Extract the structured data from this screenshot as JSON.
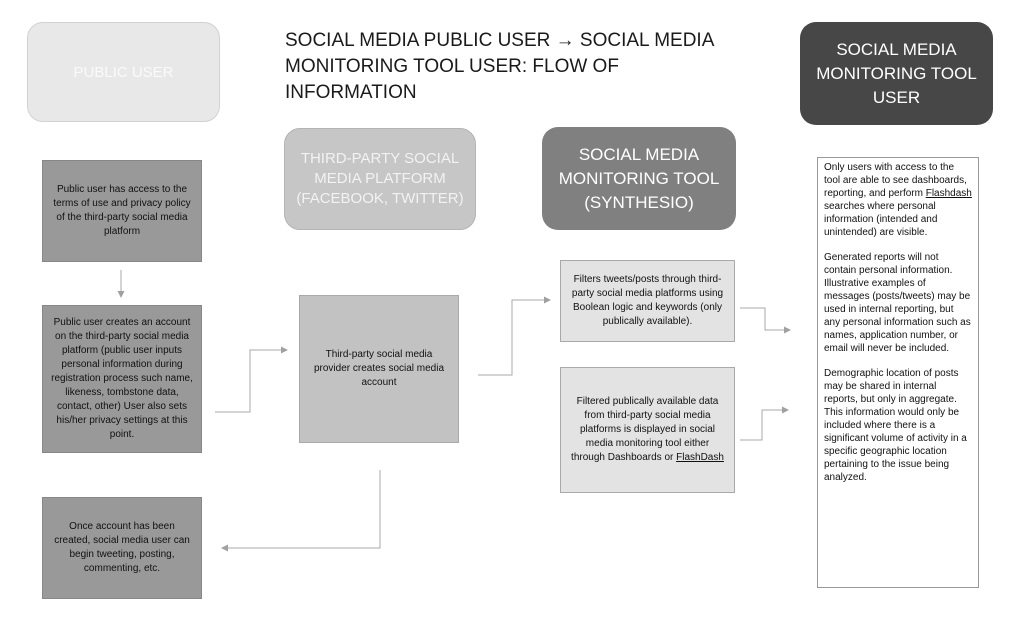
{
  "title_line1": "SOCIAL MEDIA PUBLIC USER → SOCIAL MEDIA",
  "title_line2": "MONITORING TOOL USER: FLOW OF INFORMATION",
  "headers": {
    "public_user": "PUBLIC USER",
    "third_party": "THIRD-PARTY SOCIAL MEDIA PLATFORM (FACEBOOK, TWITTER)",
    "monitoring_tool": "SOCIAL MEDIA MONITORING TOOL (SYNTHESIO)",
    "tool_user": "SOCIAL MEDIA MONITORING TOOL USER"
  },
  "boxes": {
    "access_terms": "Public user has access to the terms of use and privacy policy of the third-party social media platform",
    "create_account": "Public user creates an account on the third-party social media platform (public user inputs personal information during registration process such name, likeness, tombstone data, contact, other) User also sets his/her privacy settings at this point.",
    "begin_posting": "Once account has been created, social media user can begin tweeting, posting, commenting, etc.",
    "provider_creates": "Third-party social media provider creates social media account",
    "filters": "Filters tweets/posts through third-party social media platforms using Boolean logic and keywords (only publically available).",
    "displayed_prefix": "Filtered publically available data from third-party social media platforms is displayed in social media monitoring tool either through Dashboards or ",
    "displayed_link": "FlashDash"
  },
  "tool_user_text": {
    "p1_prefix": "Only users with access to the tool are able to see dashboards, reporting, and perform ",
    "p1_link": "Flashdash",
    "p1_suffix": " searches where personal information (intended and unintended) are visible.",
    "p2": "Generated reports will not contain personal information. Illustrative examples of messages (posts/tweets) may be used in internal reporting, but any personal information such as names, application number, or email will never be included.",
    "p3": "Demographic location of posts may be shared in internal reports, but only in aggregate. This information would only be included where there is a significant volume of activity in a specific geographic location pertaining to the issue being analyzed."
  }
}
